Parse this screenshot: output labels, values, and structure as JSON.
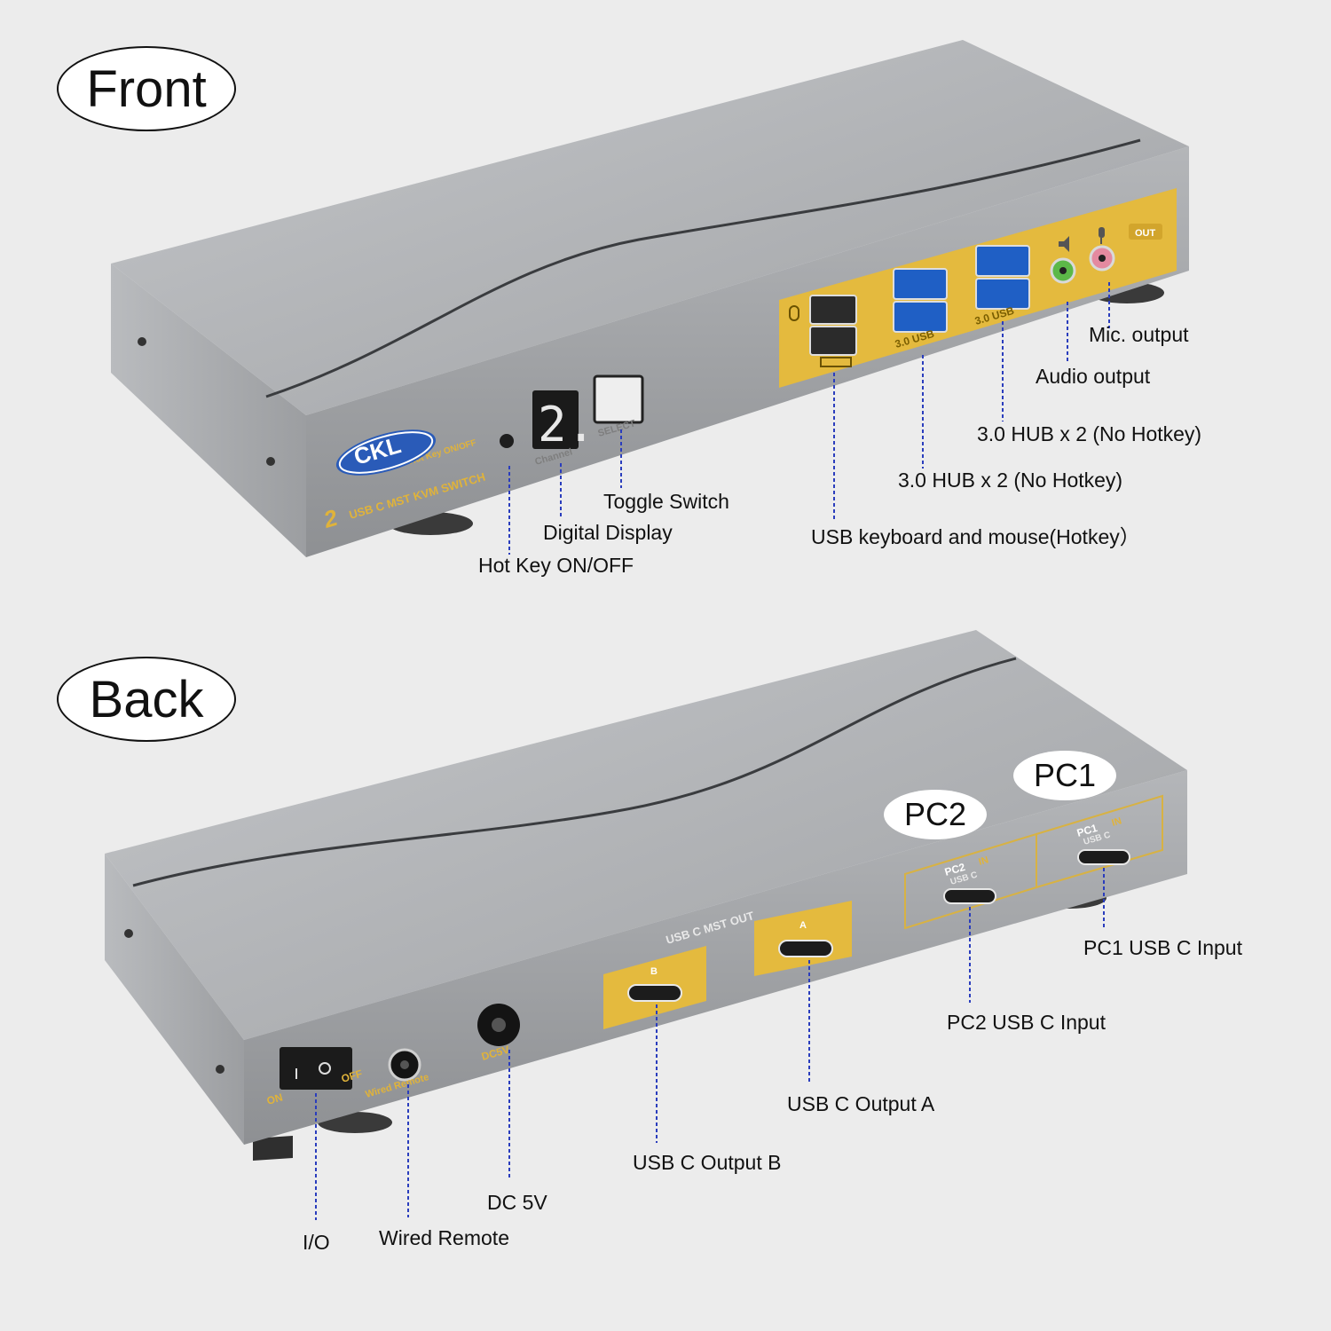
{
  "sections": {
    "front": "Front",
    "back": "Back"
  },
  "colors": {
    "background": "#ececec",
    "chassis": "#a9abae",
    "panel": "#e4ba3e",
    "leader_line": "#2a3dbd"
  },
  "front_device": {
    "brand": "CKL",
    "hotkey_label": "Hot Key ON/OFF",
    "model_prefix": "2",
    "model_line": "USB C MST KVM SWITCH",
    "display_value": "2.",
    "channel_label": "Channel",
    "select_label": "SELECT",
    "usb_label_1": "3.0 USB",
    "usb_label_2": "3.0 USB",
    "out_label": "OUT",
    "port_icons": [
      "mouse-icon",
      "keyboard-icon",
      "speaker-icon",
      "microphone-icon"
    ]
  },
  "back_device": {
    "pc1_port_label": "PC1",
    "pc1_port_in": "IN",
    "pc1_port_type": "USB C",
    "pc2_port_label": "PC2",
    "pc2_port_in": "IN",
    "pc2_port_type": "USB C",
    "mst_out_label": "USB C MST OUT",
    "port_a": "A",
    "port_b": "B",
    "dc_label": "DC5V",
    "remote_label": "Wired Remote",
    "on_label": "ON",
    "off_label": "OFF"
  },
  "pc_badges": {
    "pc1": "PC1",
    "pc2": "PC2"
  },
  "front_callouts": {
    "mic_output": "Mic. output",
    "audio_output": "Audio output",
    "hub_a": "3.0 HUB x 2 (No Hotkey)",
    "hub_b": "3.0 HUB x 2 (No Hotkey)",
    "toggle_switch": "Toggle Switch",
    "digital_display": "Digital Display",
    "usb_keyboard_mouse": "USB keyboard  and mouse(Hotkey）",
    "hot_key": "Hot Key ON/OFF"
  },
  "back_callouts": {
    "pc1_input": "PC1 USB C Input",
    "pc2_input": "PC2 USB C Input",
    "output_a": "USB C Output A",
    "output_b": "USB C Output B",
    "dc_5v": "DC 5V",
    "io": "I/O",
    "wired_remote": "Wired Remote"
  }
}
